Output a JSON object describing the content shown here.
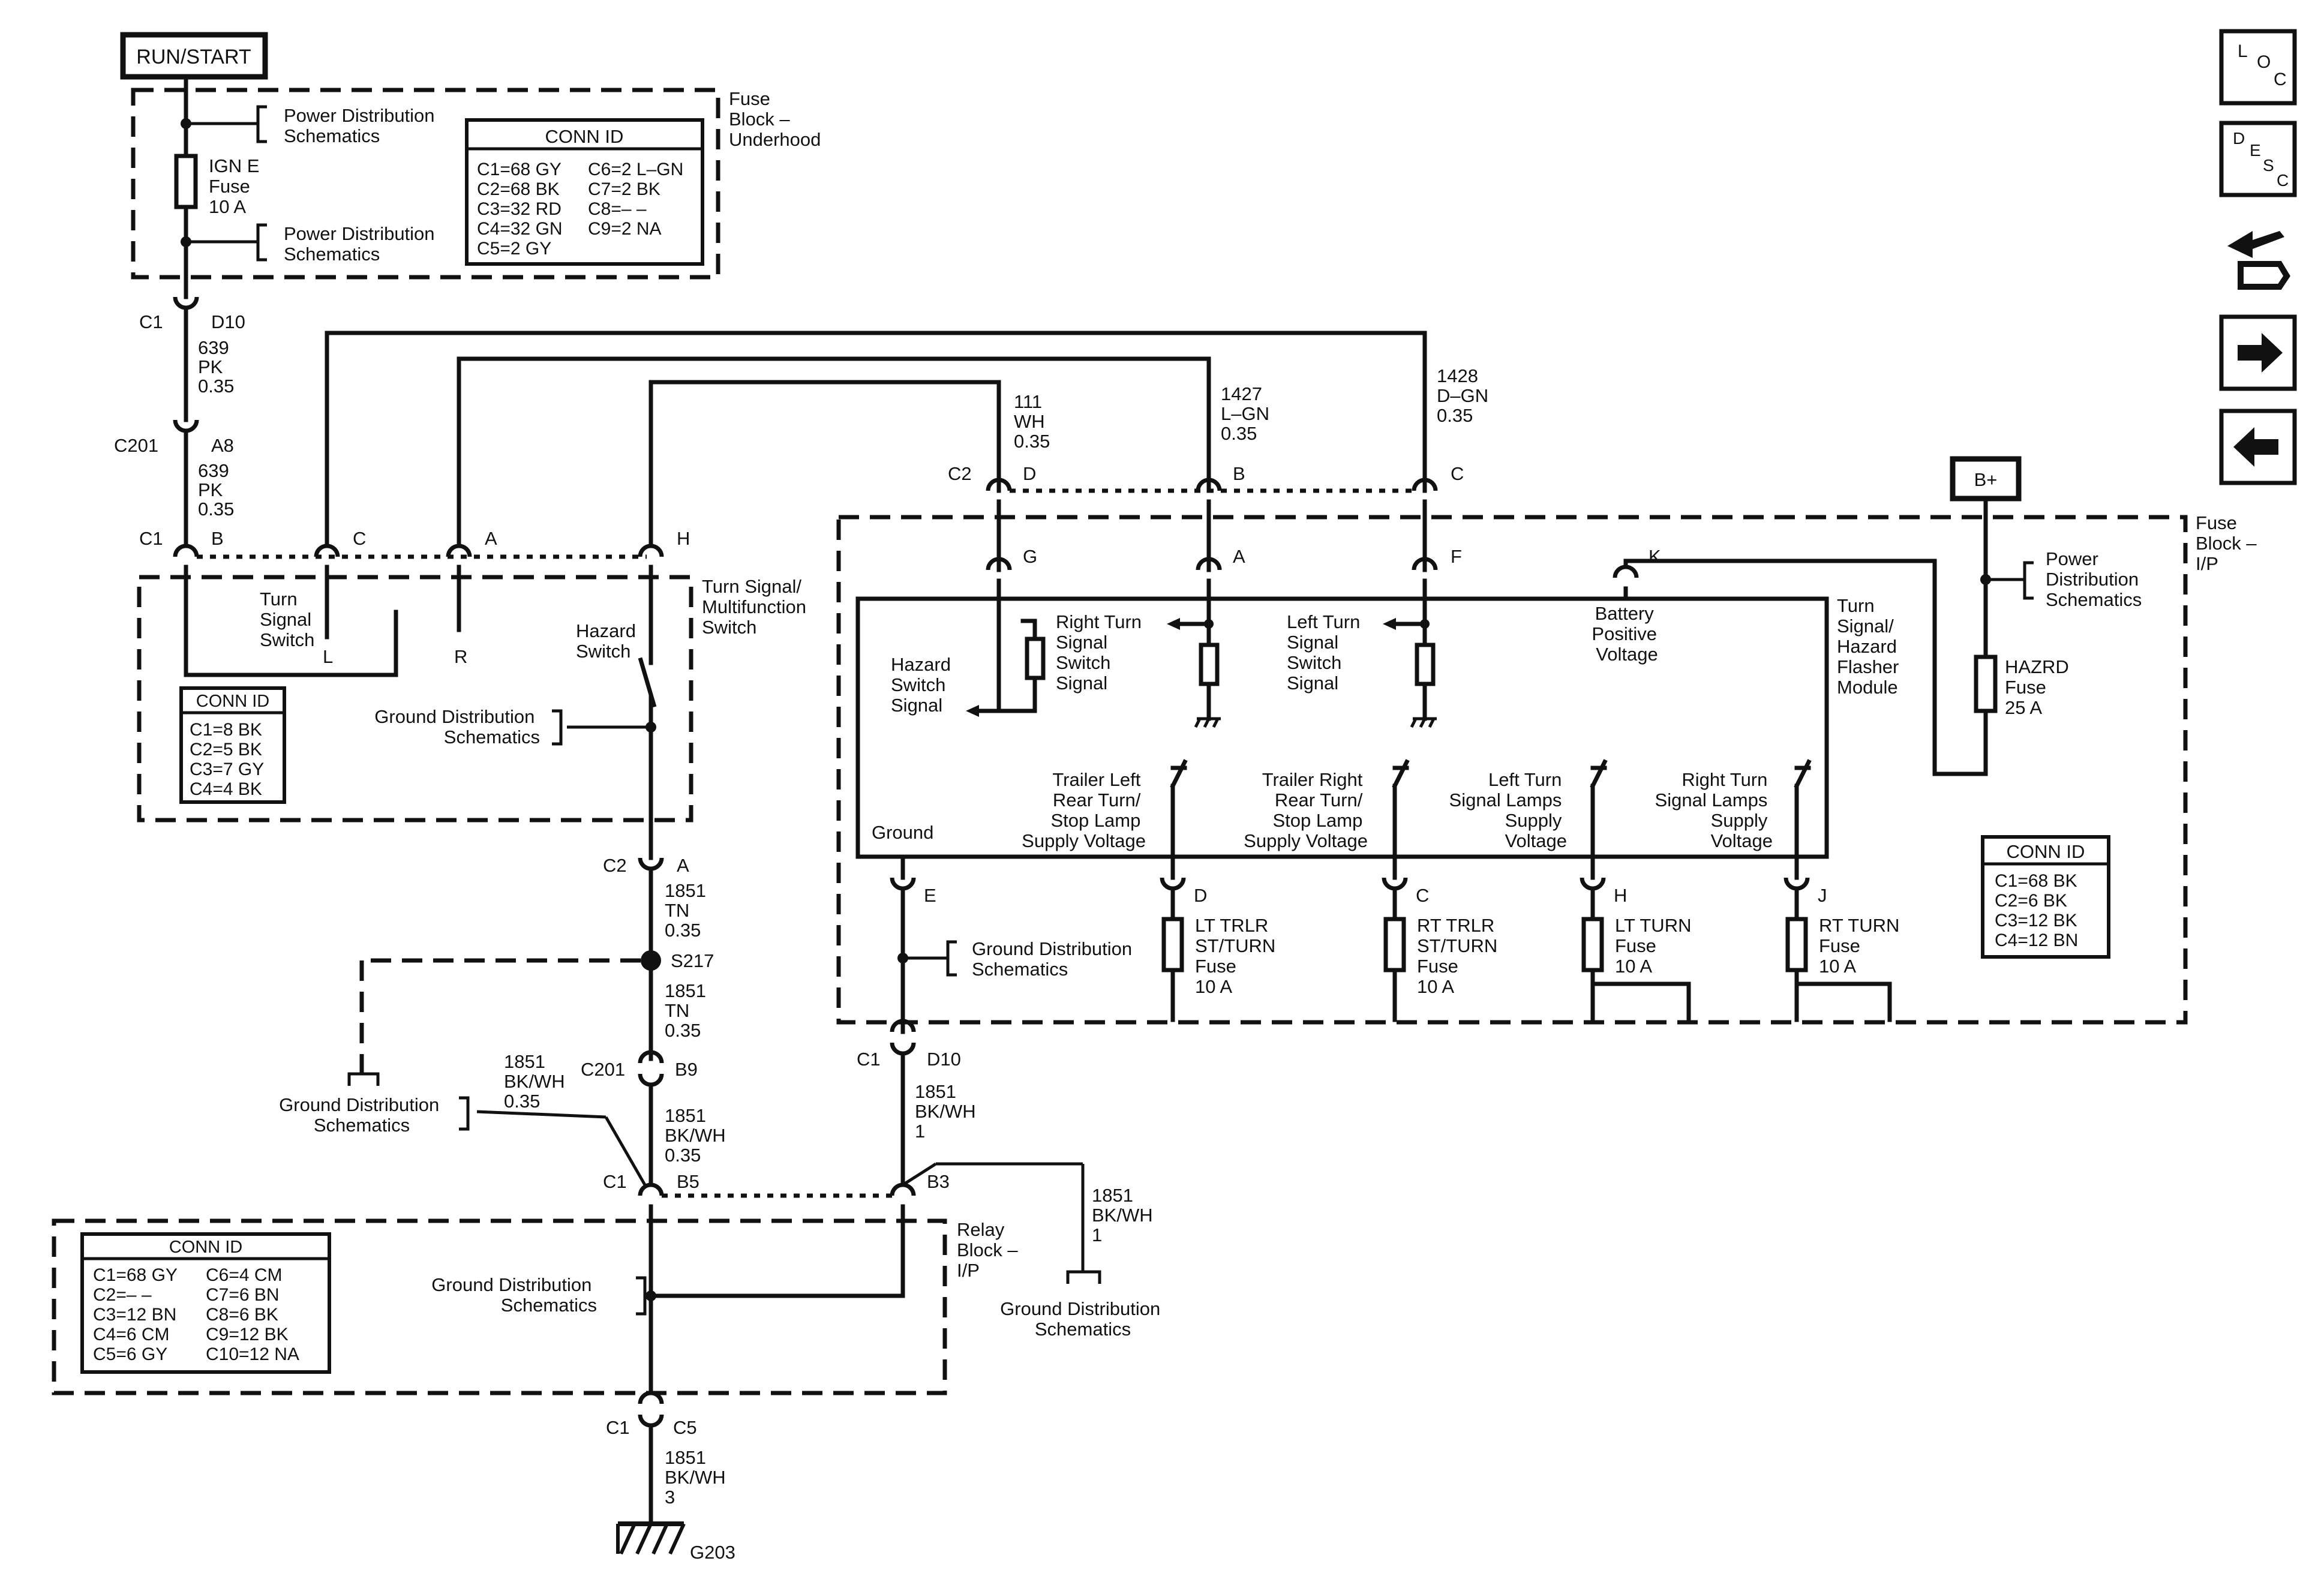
{
  "power": {
    "run_start": "RUN/START",
    "b_plus": "B+"
  },
  "nav": {
    "loc": [
      "L",
      "O",
      "C"
    ],
    "desc": [
      "D",
      "E",
      "S",
      "C"
    ]
  },
  "fuse_block_underhood": {
    "title": [
      "Fuse",
      "Block –",
      "Underhood"
    ],
    "pdist_ref": [
      "Power Distribution",
      "Schematics"
    ],
    "fuse": [
      "IGN E",
      "Fuse",
      "10 A"
    ],
    "conn_title": "CONN ID",
    "conn_rows": [
      [
        "C1=68 GY",
        "C6=2 L–GN"
      ],
      [
        "C2=68 BK",
        "C7=2 BK"
      ],
      [
        "C3=32 RD",
        "C8=– –"
      ],
      [
        "C4=32 GN",
        "C9=2 NA"
      ],
      [
        "C5=2 GY",
        ""
      ]
    ]
  },
  "wire_639_a": {
    "conn": "C1",
    "pin": "D10",
    "label": [
      "639",
      "PK",
      "0.35"
    ]
  },
  "wire_639_b": {
    "conn": "C201",
    "pin": "A8",
    "label": [
      "639",
      "PK",
      "0.35"
    ]
  },
  "turn_signal_switch": {
    "title": [
      "Turn Signal/",
      "Multifunction",
      "Switch"
    ],
    "conn": "C1",
    "pins": [
      "B",
      "C",
      "A",
      "H"
    ],
    "switch_label": [
      "Turn",
      "Signal",
      "Switch"
    ],
    "l": "L",
    "r": "R",
    "hazard": [
      "Hazard",
      "Switch"
    ],
    "gnd_ref": [
      "Ground Distribution",
      "Schematics"
    ],
    "conn_title": "CONN ID",
    "conn_rows": [
      "C1=8 BK",
      "C2=5 BK",
      "C3=7 GY",
      "C4=4 BK"
    ]
  },
  "wires_top": {
    "w111": [
      "111",
      "WH",
      "0.35"
    ],
    "w1427": [
      "1427",
      "L–GN",
      "0.35"
    ],
    "w1428": [
      "1428",
      "D–GN",
      "0.35"
    ],
    "c2": "C2",
    "pins": [
      "D",
      "B",
      "C"
    ]
  },
  "fuse_block_ip": {
    "title": [
      "Fuse",
      "Block –",
      "I/P"
    ],
    "pdist_ref": [
      "Power",
      "Distribution",
      "Schematics"
    ],
    "hazrd_fuse": [
      "HAZRD",
      "Fuse",
      "25 A"
    ],
    "module_title": [
      "Turn",
      "Signal/",
      "Hazard",
      "Flasher",
      "Module"
    ],
    "pins_top": [
      "G",
      "A",
      "F",
      "K"
    ],
    "battery": [
      "Battery",
      "Positive",
      "Voltage"
    ],
    "hazard_signal": [
      "Hazard",
      "Switch",
      "Signal"
    ],
    "right_turn": [
      "Right Turn",
      "Signal",
      "Switch",
      "Signal"
    ],
    "left_turn": [
      "Left Turn",
      "Signal",
      "Switch",
      "Signal"
    ],
    "trailer_left": [
      "Trailer Left",
      "Rear Turn/",
      "Stop Lamp",
      "Supply Voltage"
    ],
    "trailer_right": [
      "Trailer Right",
      "Rear Turn/",
      "Stop Lamp",
      "Supply Voltage"
    ],
    "left_lamps": [
      "Left Turn",
      "Signal Lamps",
      "Supply",
      "Voltage"
    ],
    "right_lamps": [
      "Right Turn",
      "Signal Lamps",
      "Supply",
      "Voltage"
    ],
    "ground": "Ground",
    "pins_bottom": [
      "E",
      "D",
      "C",
      "H",
      "J"
    ],
    "gnd_ref": [
      "Ground Distribution",
      "Schematics"
    ],
    "fuse_lt_trlr": [
      "LT TRLR",
      "ST/TURN",
      "Fuse",
      "10 A"
    ],
    "fuse_rt_trlr": [
      "RT TRLR",
      "ST/TURN",
      "Fuse",
      "10 A"
    ],
    "fuse_lt_turn": [
      "LT TURN",
      "Fuse",
      "10 A"
    ],
    "fuse_rt_turn": [
      "RT TURN",
      "Fuse",
      "10 A"
    ],
    "conn_title": "CONN ID",
    "conn_rows": [
      "C1=68 BK",
      "C2=6 BK",
      "C3=12 BK",
      "C4=12 BN"
    ]
  },
  "ground_path": {
    "c2a": {
      "conn": "C2",
      "pin": "A"
    },
    "w1851_a": [
      "1851",
      "TN",
      "0.35"
    ],
    "splice": "S217",
    "w1851_b": [
      "1851",
      "TN",
      "0.35"
    ],
    "c201b9": {
      "conn": "C201",
      "pin": "B9"
    },
    "w1851_c": [
      "1851",
      "BK/WH",
      "0.35"
    ],
    "w1851_d": [
      "1851",
      "BK/WH",
      "0.35"
    ],
    "gnd_ref_left": [
      "Ground Distribution",
      "Schematics"
    ],
    "c1d10": {
      "conn": "C1",
      "pin": "D10"
    },
    "w1851_e": [
      "1851",
      "BK/WH",
      "1"
    ],
    "w1851_f": [
      "1851",
      "BK/WH",
      "1"
    ],
    "gnd_ref_right": [
      "Ground Distribution",
      "Schematics"
    ],
    "c1": "C1",
    "b5": "B5",
    "b3": "B3",
    "c1c5": {
      "conn": "C1",
      "pin": "C5"
    },
    "w1851_g": [
      "1851",
      "BK/WH",
      "3"
    ],
    "g203": "G203"
  },
  "relay_block": {
    "title": [
      "Relay",
      "Block –",
      "I/P"
    ],
    "gnd_ref": [
      "Ground Distribution",
      "Schematics"
    ],
    "conn_title": "CONN ID",
    "conn_rows": [
      [
        "C1=68 GY",
        "C6=4 CM"
      ],
      [
        "C2=– –",
        "C7=6 BN"
      ],
      [
        "C3=12 BN",
        "C8=6 BK"
      ],
      [
        "C4=6 CM",
        "C9=12 BK"
      ],
      [
        "C5=6 GY",
        "C10=12 NA"
      ]
    ]
  }
}
